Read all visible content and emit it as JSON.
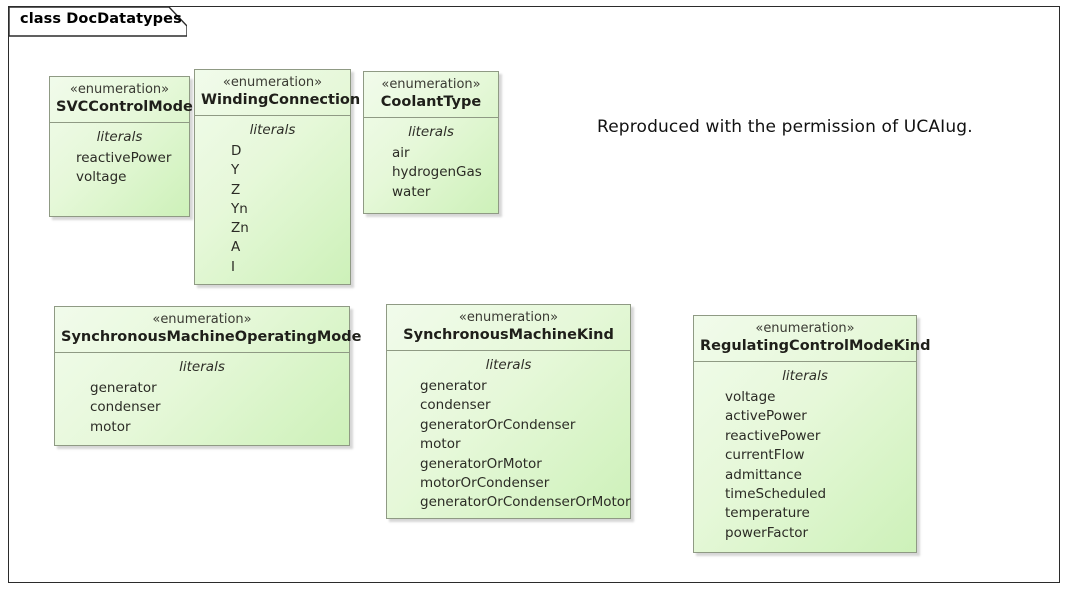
{
  "frame": {
    "keyword": "class",
    "name": "DocDatatypes",
    "label": "class DocDatatypes"
  },
  "note": {
    "text": "Reproduced with the permission of UCAIug."
  },
  "common": {
    "stereotype": "«enumeration»",
    "literals_caption": "literals"
  },
  "colors": {
    "box_border": "#8f9a84",
    "box_fill_light": "#f1fbeb",
    "box_fill_dark": "#cdf1b9",
    "frame_border": "#2b2b2b",
    "text": "#2b2b25",
    "canvas": "#ffffff"
  },
  "enumerations": [
    {
      "id": "svccontrolmode",
      "stereotype": "«enumeration»",
      "name": "SVCControlMode",
      "caption": "literals",
      "literals": [
        "reactivePower",
        "voltage"
      ]
    },
    {
      "id": "windingconnection",
      "stereotype": "«enumeration»",
      "name": "WindingConnection",
      "caption": "literals",
      "literals": [
        "D",
        "Y",
        "Z",
        "Yn",
        "Zn",
        "A",
        "I"
      ]
    },
    {
      "id": "coolanttype",
      "stereotype": "«enumeration»",
      "name": "CoolantType",
      "caption": "literals",
      "literals": [
        "air",
        "hydrogenGas",
        "water"
      ]
    },
    {
      "id": "syncmachineopmode",
      "stereotype": "«enumeration»",
      "name": "SynchronousMachineOperatingMode",
      "caption": "literals",
      "literals": [
        "generator",
        "condenser",
        "motor"
      ]
    },
    {
      "id": "syncmachinekind",
      "stereotype": "«enumeration»",
      "name": "SynchronousMachineKind",
      "caption": "literals",
      "literals": [
        "generator",
        "condenser",
        "generatorOrCondenser",
        "motor",
        "generatorOrMotor",
        "motorOrCondenser",
        "generatorOrCondenserOrMotor"
      ]
    },
    {
      "id": "regulatingctrlmode",
      "stereotype": "«enumeration»",
      "name": "RegulatingControlModeKind",
      "caption": "literals",
      "literals": [
        "voltage",
        "activePower",
        "reactivePower",
        "currentFlow",
        "admittance",
        "timeScheduled",
        "temperature",
        "powerFactor"
      ]
    }
  ]
}
